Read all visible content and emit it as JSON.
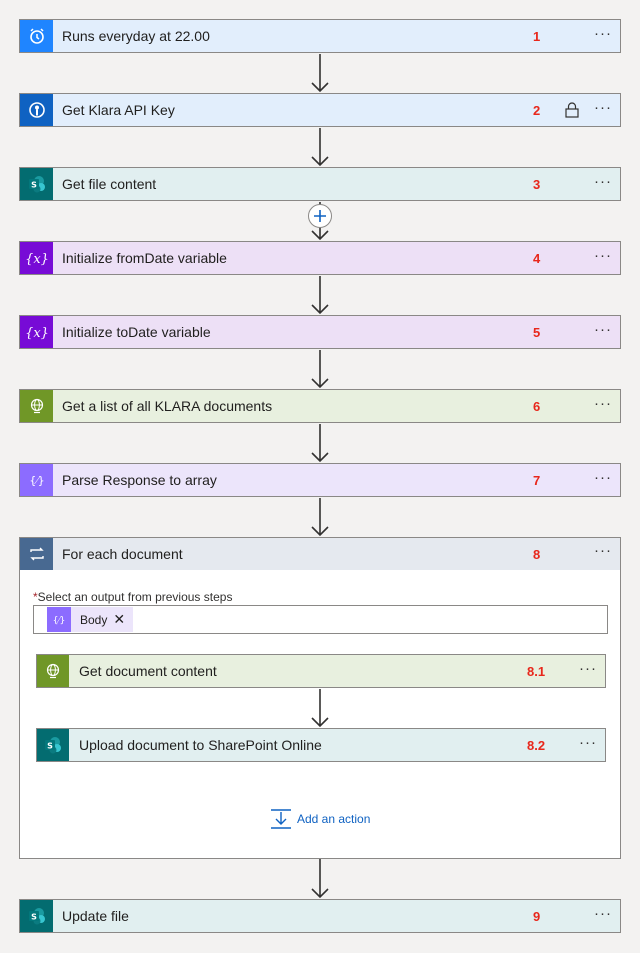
{
  "steps": [
    {
      "title": "Runs everyday at 22.00",
      "num": "1",
      "icon": "alarm-clock-icon"
    },
    {
      "title": "Get Klara API Key",
      "num": "2",
      "icon": "key-vault-icon"
    },
    {
      "title": "Get file content",
      "num": "3",
      "icon": "sharepoint-icon"
    },
    {
      "title": "Initialize fromDate variable",
      "num": "4",
      "icon": "variable-icon"
    },
    {
      "title": "Initialize toDate variable",
      "num": "5",
      "icon": "variable-icon"
    },
    {
      "title": "Get a list of all KLARA documents",
      "num": "6",
      "icon": "http-globe-icon"
    },
    {
      "title": "Parse Response to array",
      "num": "7",
      "icon": "parse-json-icon"
    }
  ],
  "loop": {
    "title": "For each document",
    "num": "8",
    "icon": "loop-icon",
    "select_required_mark": "*",
    "select_label": "Select an output from previous steps",
    "token_label": "Body",
    "token_remove": "✕",
    "inner_steps": [
      {
        "title": "Get document content",
        "num": "8.1",
        "icon": "http-globe-icon"
      },
      {
        "title": "Upload document to SharePoint Online",
        "num": "8.2",
        "icon": "sharepoint-icon"
      }
    ],
    "add_action": "Add an action"
  },
  "final_step": {
    "title": "Update file",
    "num": "9",
    "icon": "sharepoint-icon"
  },
  "more_label": "···",
  "colors": {
    "step_number": "#e8271b",
    "link": "#0f62c2",
    "recurrence": "#1f85ff",
    "key_vault": "#0f62c2",
    "sharepoint": "#036c70",
    "variable": "#770bd6",
    "http": "#709727",
    "parse_json": "#8c6cff",
    "loop": "#486991"
  }
}
